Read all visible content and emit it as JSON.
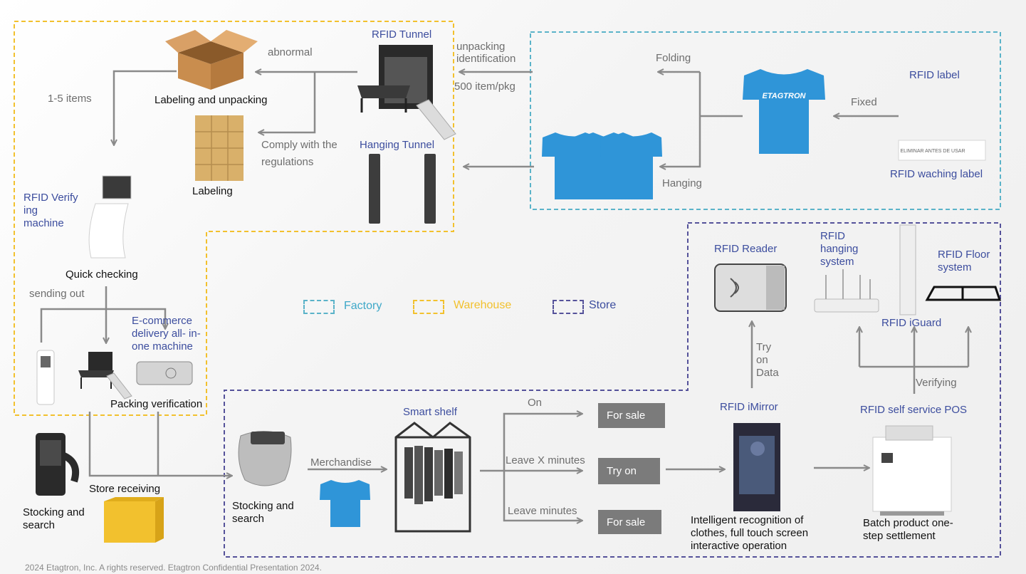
{
  "legend": {
    "factory": "Factory",
    "warehouse": "Warehouse",
    "store": "Store"
  },
  "colors": {
    "factory": "#5bb3c9",
    "warehouse": "#f2c12e",
    "store": "#55529a",
    "title_blue": "#3c4d9e",
    "tshirt": "#2f95d8",
    "chip": "#7b7b7b"
  },
  "warehouse": {
    "rfid_tunnel": "RFID Tunnel",
    "abnormal": "abnormal",
    "labeling_unpacking": "Labeling and unpacking",
    "one_five_items": "1-5 items",
    "comply_1": "Comply with the",
    "comply_2": "regulations",
    "labeling": "Labeling",
    "hanging_tunnel": "Hanging Tunnel",
    "verifying_machine": "RFID Verify ing machine",
    "quick_checking": "Quick checking",
    "sending_out": "sending out",
    "ecommerce": "E-commerce delivery all- in-one machine",
    "packing_verification": "Packing verification"
  },
  "factory": {
    "unpacking_1": "unpacking",
    "unpacking_2": "identification",
    "item_pkg": "500 item/pkg",
    "folding": "Folding",
    "hanging": "Hanging",
    "fixed": "Fixed",
    "rfid_label": "RFID label",
    "washing_label": "RFID waching label",
    "shirt_brand": "ETAGTRON",
    "care_label_text": "ELIMINAR ANTES DE USAR"
  },
  "store": {
    "rfid_reader": "RFID Reader",
    "hanging_system": "RFID hanging system",
    "iguard": "RFID iGuard",
    "floor_system": "RFID Floor system",
    "try_on_data": "Try on Data",
    "verifying": "Verifying",
    "smart_shelf": "Smart shelf",
    "on": "On",
    "leave_x": "Leave X minutes",
    "leave_min": "Leave minutes",
    "for_sale_1": "For sale",
    "try_on": "Try on",
    "for_sale_2": "For sale",
    "imirror": "RFID iMirror",
    "self_pos": "RFID self service POS",
    "merchandise": "Merchandise",
    "stocking_search_mid": "Stocking and search",
    "store_receiving": "Store receiving",
    "stocking_search_left": "Stocking and search",
    "intelligent": "Intelligent recognition of clothes, full touch screen interactive operation",
    "batch": "Batch product one-step settlement"
  },
  "footer": "2024 Etagtron, Inc. A rights reserved. Etagtron Confidential Presentation 2024."
}
